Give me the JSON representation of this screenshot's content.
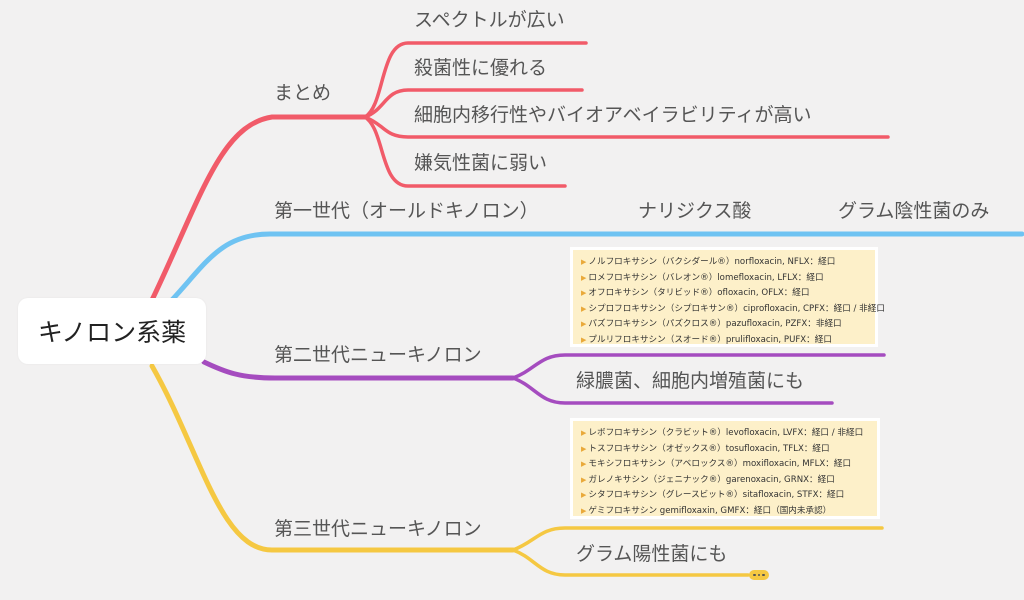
{
  "root": {
    "label": "キノロン系薬"
  },
  "colors": {
    "red": "#f15b69",
    "blue": "#6fc3f2",
    "purple": "#a54cbf",
    "yellow": "#f5c842"
  },
  "branches": {
    "summary": {
      "label": "まとめ",
      "items": [
        "スペクトルが広い",
        "殺菌性に優れる",
        "細胞内移行性やバイオアベイラビリティが高い",
        "嫌気性菌に弱い"
      ]
    },
    "gen1": {
      "label": "第一世代（オールドキノロン）",
      "child": "ナリジクス酸",
      "grandchild": "グラム陰性菌のみ"
    },
    "gen2": {
      "label": "第二世代ニューキノロン",
      "child": "緑膿菌、細胞内増殖菌にも",
      "note": [
        "ノルフロキサシン（バクシダール®）norfloxacin, NFLX：経口",
        "ロメフロキサシン（バレオン®）lomefloxacin, LFLX：経口",
        "オフロキサシン（タリビッド®）ofloxacin, OFLX：経口",
        "シプロフロキサシン（シプロキサン®）ciprofloxacin, CPFX：経口 / 非経口",
        "パズフロキサシン（パズクロス®）pazufloxacin, PZFX：非経口",
        "プルリフロキサシン（スオード®）prulifloxacin, PUFX：経口"
      ]
    },
    "gen3": {
      "label": "第三世代ニューキノロン",
      "child": "グラム陽性菌にも",
      "note": [
        "レボフロキサシン（クラビット®）levofloxacin, LVFX：経口 / 非経口",
        "トスフロキサシン（オゼックス®）tosufloxacin, TFLX：経口",
        "モキシフロキサシン（アベロックス®）moxifloxacin, MFLX：経口",
        "ガレノキサシン（ジェニナック®）garenoxacin, GRNX：経口",
        "シタフロキサシン（グレースビット®）sitafloxacin, STFX：経口",
        "ゲミフロキサシン gemifloxaxin, GMFX：経口（国内未承認）"
      ]
    }
  }
}
